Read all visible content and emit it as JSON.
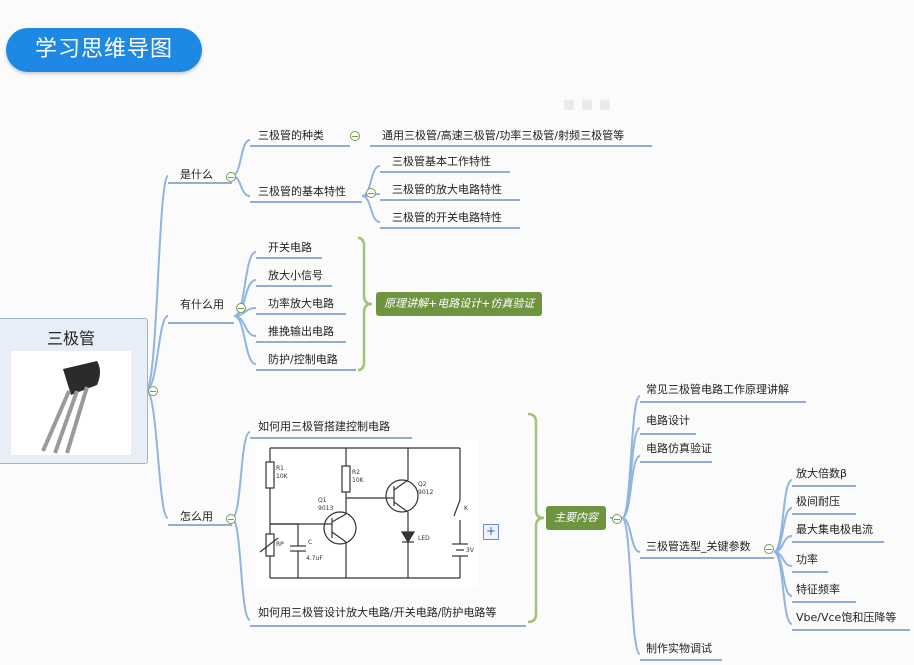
{
  "title": "学习思维导图",
  "root": "三极管",
  "b1": {
    "label": "是什么",
    "c1": {
      "label": "三极管的种类",
      "child": "通用三极管/高速三极管/功率三极管/射频三极管等"
    },
    "c2": {
      "label": "三极管的基本特性",
      "children": [
        "三极管基本工作特性",
        "三极管的放大电路特性",
        "三极管的开关电路特性"
      ]
    }
  },
  "b2": {
    "label": "有什么用",
    "items": [
      "开关电路",
      "放大小信号",
      "功率放大电路",
      "推挽输出电路",
      "防护/控制电路"
    ],
    "summary": "原理讲解+电路设计+仿真验证"
  },
  "b3": {
    "label": "怎么用",
    "top": "如何用三极管搭建控制电路",
    "bottom": "如何用三极管设计放大电路/开关电路/防护电路等",
    "summary": "主要内容",
    "main": {
      "items": [
        "常见三极管电路工作原理讲解",
        "电路设计",
        "电路仿真验证"
      ],
      "sel": {
        "label": "三极管选型_关键参数",
        "params": [
          "放大倍数β",
          "极间耐压",
          "最大集电极电流",
          "功率",
          "特征频率",
          "Vbe/Vce饱和压降等"
        ]
      },
      "last": "制作实物调试"
    }
  },
  "circuit": {
    "r1": "R1",
    "r1v": "10K",
    "r2": "R2",
    "r2v": "10K",
    "q1": "Q1",
    "q1p": "9013",
    "q2": "Q2",
    "q2p": "9012",
    "led": "LED",
    "k": "K",
    "c": "C",
    "cv": "4.7uF",
    "rp": "RP",
    "v": "3V"
  },
  "colors": {
    "pill": "#1e88e5",
    "branch": "#8fb5e0",
    "underline": "#6f95c8",
    "tag": "#6f9440"
  }
}
